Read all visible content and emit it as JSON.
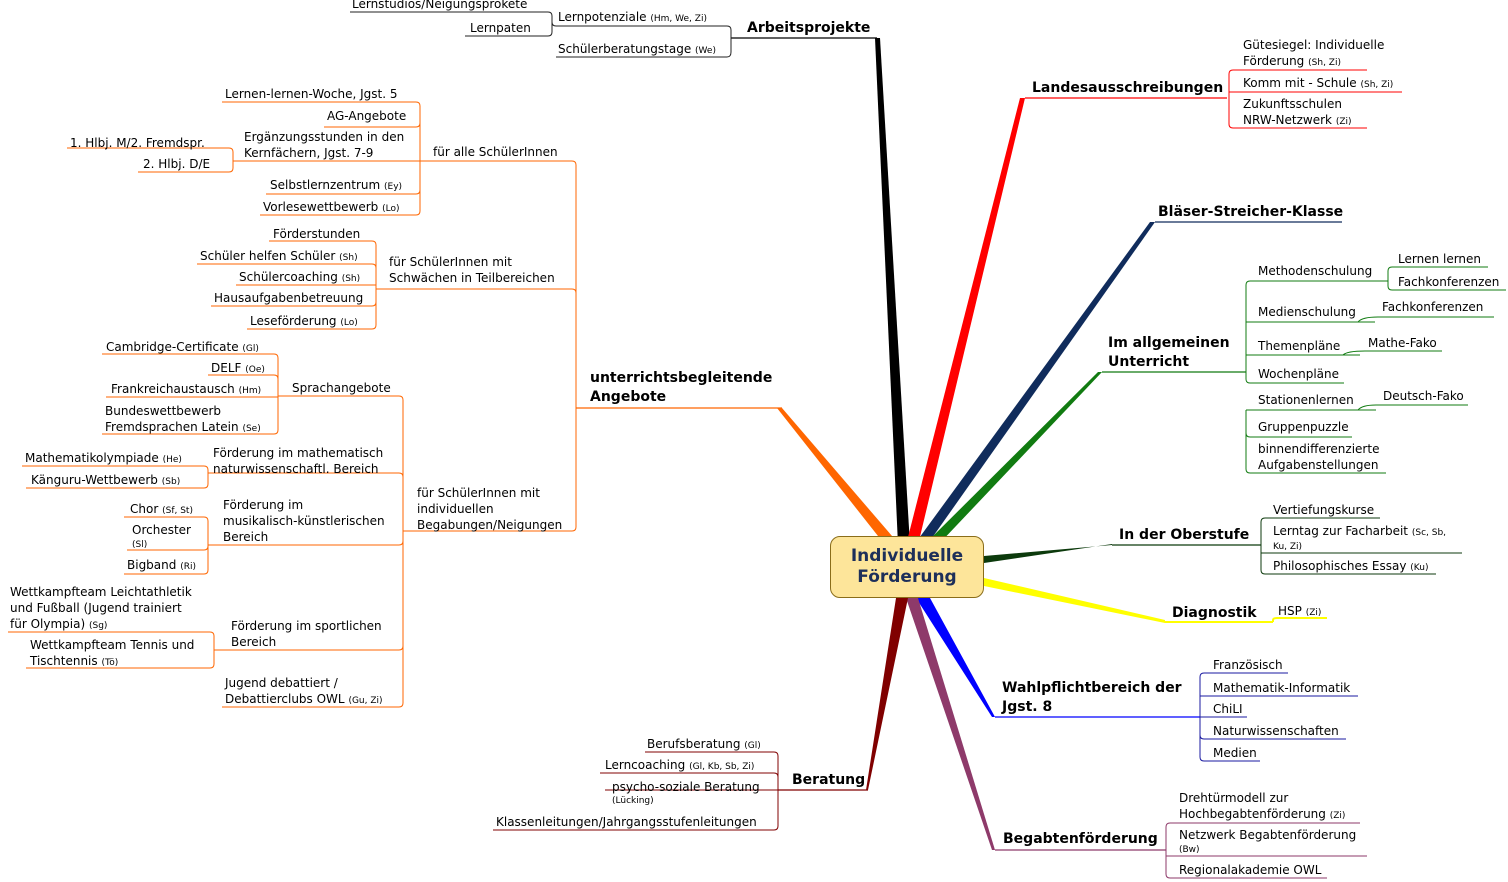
{
  "root": {
    "line1": "Individuelle",
    "line2": "Förderung"
  },
  "colors": {
    "arbeitsprojekte": "#000000",
    "landes": "#ff0000",
    "blaeser": "#102c5c",
    "allgemein": "#117b11",
    "oberstufe": "#0c3a0c",
    "diagnostik": "#ffff00",
    "wahlpflicht": "#0000ff",
    "begabt": "#8e3a6a",
    "beratung": "#800000",
    "unterricht": "#ff6600"
  },
  "arbeitsprojekte": {
    "title": "Arbeitsprojekte",
    "lernpotenziale": "Lernpotenziale",
    "lernpotenziale_who": "(Hm, We, Zi)",
    "lernstudios": "Lernstudios/Neigungsprokete",
    "lernpaten": "Lernpaten",
    "schuelerberatungstage": "Schülerberatungstage",
    "schuelerberatungstage_who": "(We)"
  },
  "landes": {
    "title": "Landesausschreibungen",
    "items": [
      {
        "l1": "Gütesiegel: Individuelle",
        "l2": "Förderung",
        "who": "(Sh, Zi)"
      },
      {
        "l1": "Komm mit - Schule",
        "who": "(Sh, Zi)"
      },
      {
        "l1": "Zukunftsschulen",
        "l2": "NRW-Netzwerk",
        "who": "(Zi)"
      }
    ]
  },
  "blaeser": {
    "title": "Bläser-Streicher-Klasse"
  },
  "allgemein": {
    "title1": "Im allgemeinen",
    "title2": "Unterricht",
    "methodenschulung": "Methodenschulung",
    "lernen_lernen": "Lernen lernen",
    "fachkonferenzen_1": "Fachkonferenzen",
    "medienschulung": "Medienschulung",
    "fachkonferenzen_2": "Fachkonferenzen",
    "themenplaene": "Themenpläne",
    "mathe_fako": "Mathe-Fako",
    "wochenplaene": "Wochenpläne",
    "stationenlernen": "Stationenlernen",
    "deutsch_fako": "Deutsch-Fako",
    "gruppenpuzzle": "Gruppenpuzzle",
    "binnen1": "binnendifferenzierte",
    "binnen2": "Aufgabenstellungen"
  },
  "oberstufe": {
    "title": "In der Oberstufe",
    "vertiefung": "Vertiefungskurse",
    "lerntag": "Lerntag zur Facharbeit",
    "lerntag_who1": "(Sc, Sb,",
    "lerntag_who2": "Ku, Zi)",
    "essay": "Philosophisches Essay",
    "essay_who": "(Ku)"
  },
  "diagnostik": {
    "title": "Diagnostik",
    "hsp": "HSP",
    "hsp_who": "(Zi)"
  },
  "wahlpflicht": {
    "title1": "Wahlpflichtbereich der",
    "title2": "Jgst. 8",
    "items": [
      "Französisch",
      "Mathematik-Informatik",
      "ChiLI",
      "Naturwissenschaften",
      "Medien"
    ]
  },
  "begabt": {
    "title": "Begabtenförderung",
    "dreh1": "Drehtürmodell zur",
    "dreh2": "Hochbegabtenförderung",
    "dreh_who": "(Zi)",
    "netz": "Netzwerk Begabtenförderung",
    "netz_who": "(Bw)",
    "regio": "Regionalakademie OWL"
  },
  "beratung": {
    "title": "Beratung",
    "berufs": "Berufsberatung",
    "berufs_who": "(Gl)",
    "lerncoaching": "Lerncoaching",
    "lerncoaching_who": "(Gl, Kb, Sb, Zi)",
    "psycho": "psycho-soziale Beratung",
    "psycho_who": "(Lücking)",
    "klassen": "Klassenleitungen/Jahrgangsstufenleitungen"
  },
  "unterricht": {
    "title1": "unterrichtsbegleitende",
    "title2": "Angebote",
    "alle": {
      "title": "für alle SchülerInnen",
      "lernwoche": "Lernen-lernen-Woche, Jgst. 5",
      "ag": "AG-Angebote",
      "erg1": "Ergänzungsstunden in den",
      "erg2": "Kernfächern, Jgst. 7-9",
      "hlbj1": "1. Hlbj. M/2. Fremdspr.",
      "hlbj2": "2. Hlbj. D/E",
      "sz": "Selbstlernzentrum",
      "sz_who": "(Ey)",
      "vorlese": "Vorlesewettbewerb",
      "vorlese_who": "(Lo)"
    },
    "schwach": {
      "title1": "für SchülerInnen mit",
      "title2": "Schwächen in Teilbereichen",
      "foerderstunden": "Förderstunden",
      "shs": "Schüler helfen Schüler",
      "shs_who": "(Sh)",
      "coaching": "Schülercoaching",
      "coaching_who": "(Sh)",
      "hausaufgaben": "Hausaufgabenbetreuung",
      "lese": "Leseförderung",
      "lese_who": "(Lo)"
    },
    "begabung": {
      "title1": "für SchülerInnen mit",
      "title2": "individuellen",
      "title3": "Begabungen/Neigungen",
      "sprach": "Sprachangebote",
      "cambridge": "Cambridge-Certificate",
      "cambridge_who": "(Gl)",
      "delf": "DELF",
      "delf_who": "(Oe)",
      "frankreich": "Frankreichaustausch",
      "frankreich_who": "(Hm)",
      "bw1": "Bundeswettbewerb",
      "bw2": "Fremdsprachen Latein",
      "bw_who": "(Se)",
      "mathe1": "Förderung im mathematisch",
      "mathe2": "naturwissenschaftl. Bereich",
      "matheolymp": "Mathematikolympiade",
      "matheolymp_who": "(He)",
      "kaenguru": "Känguru-Wettbewerb",
      "kaenguru_who": "(Sb)",
      "musik1": "Förderung im",
      "musik2": "musikalisch-künstlerischen",
      "musik3": "Bereich",
      "chor": "Chor",
      "chor_who": "(Sf, St)",
      "orchester": "Orchester",
      "orchester_who": "(Sl)",
      "bigband": "Bigband",
      "bigband_who": "(Ri)",
      "sport1": "Förderung im sportlichen",
      "sport2": "Bereich",
      "wk1a": "Wettkampfteam Leichtathletik",
      "wk1b": "und Fußball (Jugend trainiert",
      "wk1c": "für Olympia)",
      "wk1_who": "(Sg)",
      "wk2a": "Wettkampfteam Tennis und",
      "wk2b": "Tischtennis",
      "wk2_who": "(Tö)",
      "debatte1": "Jugend debattiert /",
      "debatte2": "Debattierclubs OWL",
      "debatte_who": "(Gu, Zi)"
    }
  }
}
